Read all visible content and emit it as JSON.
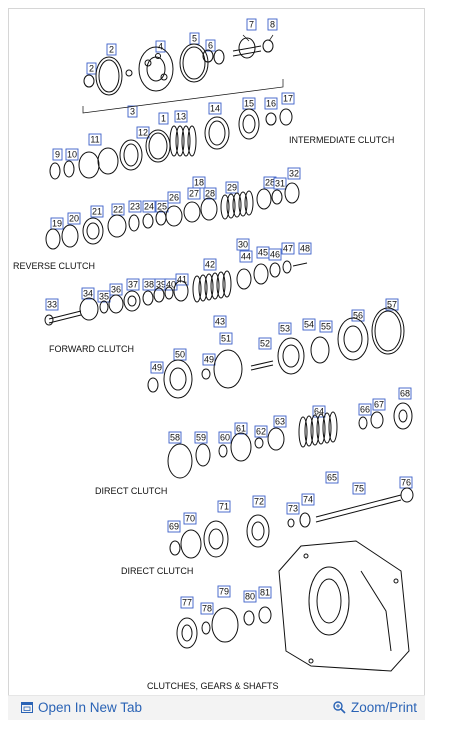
{
  "diagram": {
    "captions": {
      "intermediate_clutch": "INTERMEDIATE CLUTCH",
      "reverse_clutch": "REVERSE CLUTCH",
      "forward_clutch": "FORWARD CLUTCH",
      "direct_clutch_1": "DIRECT CLUTCH",
      "direct_clutch_2": "DIRECT CLUTCH",
      "footer_caption": "CLUTCHES, GEARS & SHAFTS"
    },
    "part_numbers": [
      "1",
      "2",
      "2",
      "3",
      "4",
      "5",
      "6",
      "7",
      "8",
      "9",
      "10",
      "11",
      "12",
      "13",
      "14",
      "15",
      "16",
      "17",
      "18",
      "19",
      "20",
      "21",
      "22",
      "23",
      "24",
      "25",
      "26",
      "27",
      "28",
      "29",
      "28",
      "30",
      "31",
      "32",
      "33",
      "34",
      "35",
      "36",
      "37",
      "38",
      "39",
      "40",
      "41",
      "42",
      "43",
      "44",
      "45",
      "46",
      "47",
      "48",
      "49",
      "50",
      "49",
      "51",
      "52",
      "53",
      "54",
      "55",
      "56",
      "57",
      "58",
      "59",
      "60",
      "61",
      "62",
      "63",
      "64",
      "65",
      "66",
      "67",
      "68",
      "69",
      "70",
      "71",
      "72",
      "73",
      "74",
      "75",
      "76",
      "77",
      "78",
      "79",
      "80",
      "81"
    ]
  },
  "footer": {
    "open_new_tab": "Open In New Tab",
    "zoom_print": "Zoom/Print"
  },
  "icons": {
    "open_tab": "external-window-icon",
    "zoom": "magnifier-icon"
  },
  "colors": {
    "link": "#2a63b5",
    "label_box": "#3a5fc8"
  }
}
